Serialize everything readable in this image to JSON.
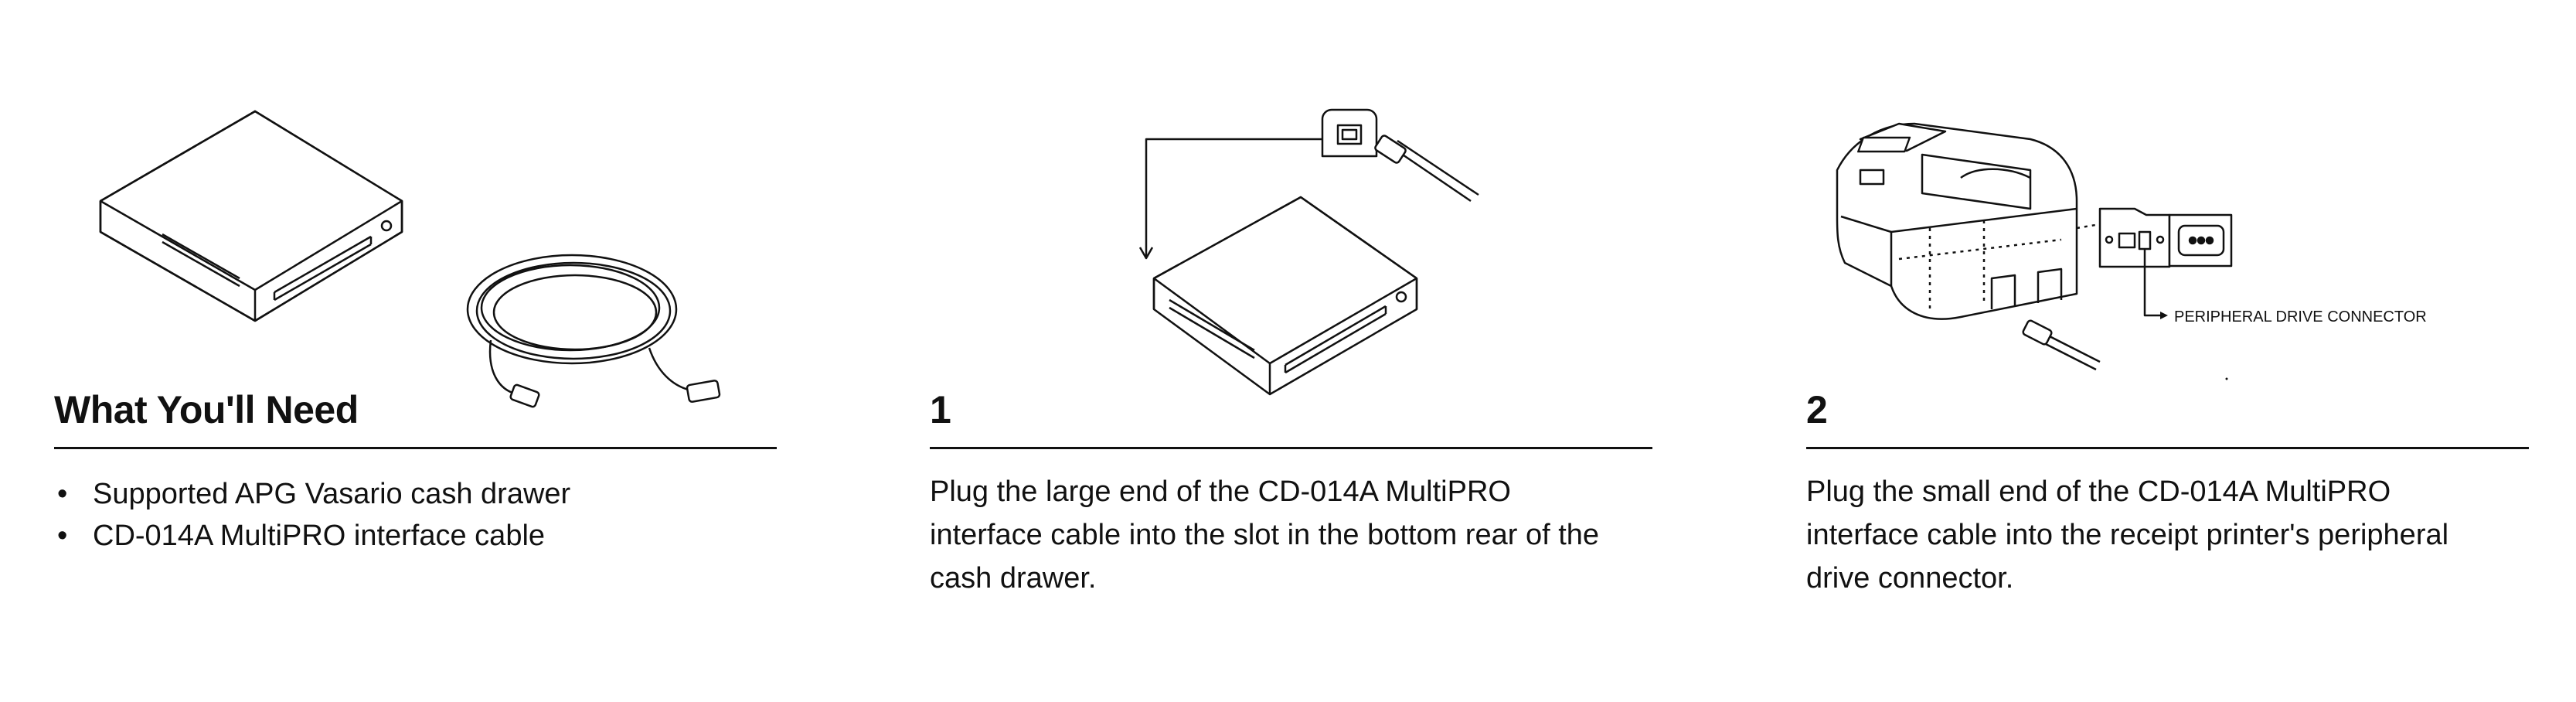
{
  "sections": [
    {
      "heading": "What You'll Need",
      "items": [
        "Supported APG Vasario cash drawer",
        "CD-014A MultiPRO interface cable"
      ]
    },
    {
      "heading": "1",
      "text": "Plug the large end of the CD-014A MultiPRO interface cable into the slot in the bottom rear of the cash drawer."
    },
    {
      "heading": "2",
      "text": "Plug the small end of the CD-014A MultiPRO interface cable into the receipt printer's peripheral drive connector.",
      "callout": "PERIPHERAL DRIVE CONNECTOR"
    }
  ]
}
